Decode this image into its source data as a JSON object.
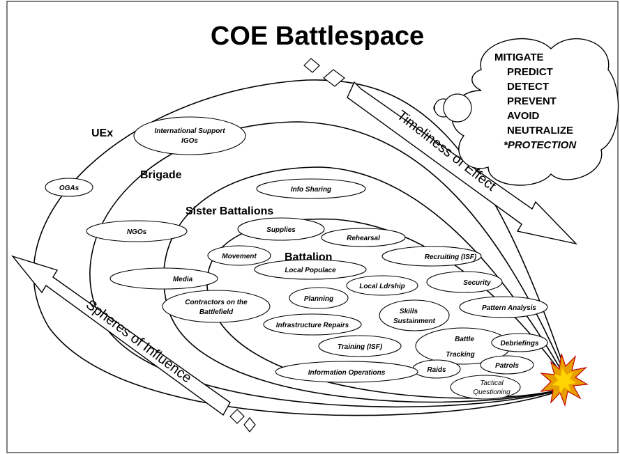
{
  "title": "COE Battlespace",
  "levels": {
    "uex": "UEx",
    "brigade": "Brigade",
    "sister": "Sister Battalions",
    "battalion": "Battalion"
  },
  "cloud": {
    "lines": [
      "MITIGATE",
      "PREDICT",
      "DETECT",
      "PREVENT",
      "AVOID",
      "NEUTRALIZE"
    ],
    "protection": "*PROTECTION"
  },
  "arrows": {
    "timeliness": "Timeliness of Effect",
    "spheres": "Spheres of Influence"
  },
  "bubbles": {
    "intl_line1": "International Support",
    "intl_line2": "IGOs",
    "ogas": "OGAs",
    "info_sharing": "Info Sharing",
    "ngos": "NGOs",
    "supplies": "Supplies",
    "rehearsal": "Rehearsal",
    "movement": "Movement",
    "recruiting": "Recruiting (ISF)",
    "local_populace": "Local Populace",
    "media": "Media",
    "local_ldrship": "Local Ldrship",
    "security": "Security",
    "contractors_line1": "Contractors on the",
    "contractors_line2": "Battlefield",
    "planning": "Planning",
    "pattern_analysis": "Pattern Analysis",
    "skills_line1": "Skills",
    "skills_line2": "Sustainment",
    "infrastructure": "Infrastructure Repairs",
    "battle_line1": "Battle",
    "battle_line2": "Tracking",
    "debriefings": "Debriefings",
    "training": "Training (ISF)",
    "patrols": "Patrols",
    "raids": "Raids",
    "info_ops": "Information Operations",
    "tactical_line1": "Tactical",
    "tactical_line2": "Questioning"
  },
  "colors": {
    "line": "#000000",
    "burst_outer": "#e8a000",
    "burst_inner": "#ffd400",
    "burst_stroke": "#c00000"
  }
}
